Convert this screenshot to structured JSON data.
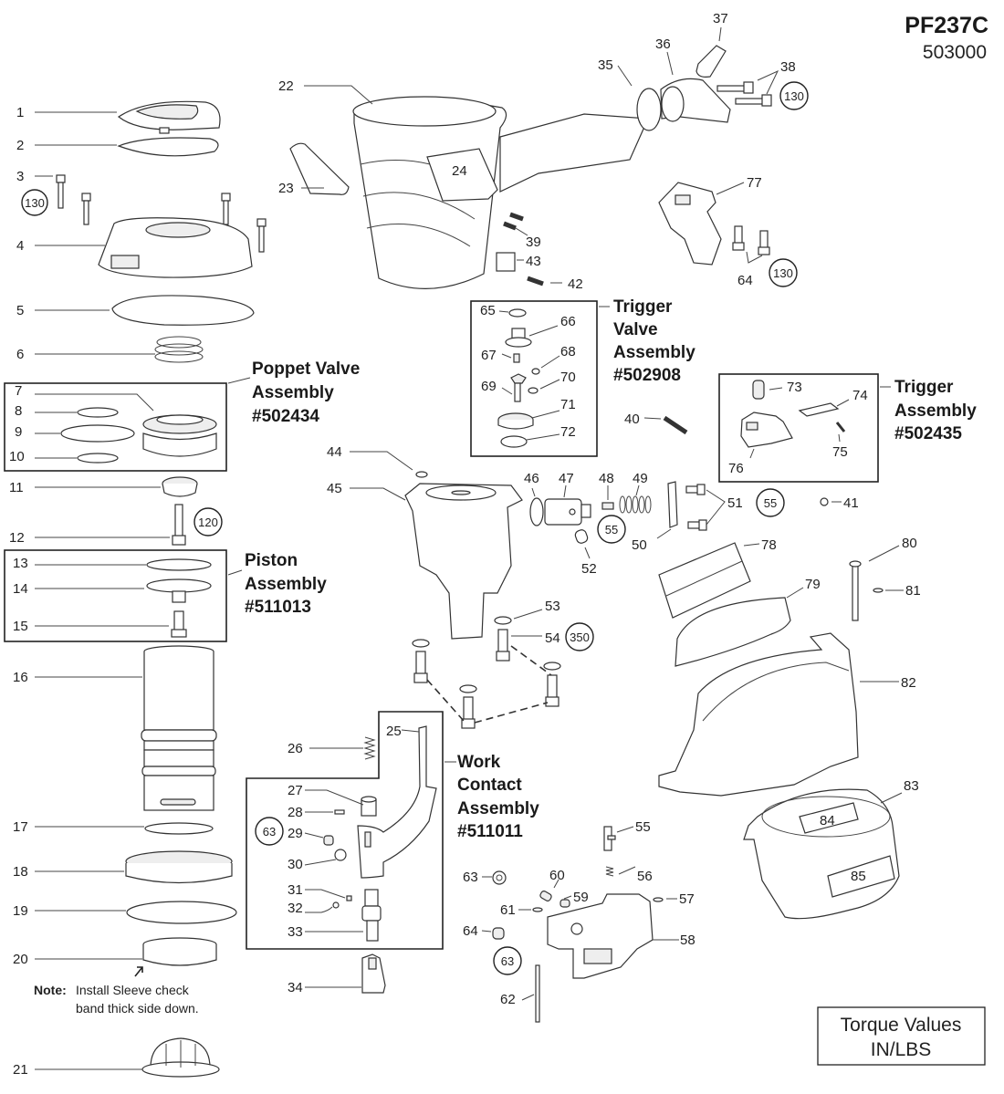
{
  "header": {
    "model": "PF237C",
    "part_number": "503000"
  },
  "assemblies": {
    "poppet": {
      "name_line1": "Poppet Valve",
      "name_line2": "Assembly",
      "number": "#502434"
    },
    "piston": {
      "name_line1": "Piston",
      "name_line2": "Assembly",
      "number": "#511013"
    },
    "trigger_valve": {
      "name_line1": "Trigger",
      "name_line2": "Valve",
      "name_line3": "Assembly",
      "number": "#502908"
    },
    "trigger": {
      "name_line1": "Trigger",
      "name_line2": "Assembly",
      "number": "#502435"
    },
    "work_contact": {
      "name_line1": "Work",
      "name_line2": "Contact",
      "name_line3": "Assembly",
      "number": "#511011"
    }
  },
  "note": {
    "label": "Note:",
    "line1": "Install Sleeve check",
    "line2": "band thick side down."
  },
  "legend": {
    "line1": "Torque Values",
    "line2": "IN/LBS"
  },
  "torque_values": {
    "t3": "130",
    "t38": "130",
    "t64": "130",
    "t12": "120",
    "t51": "55",
    "t48": "55",
    "t54": "350",
    "t29": "63",
    "t64b": "63"
  },
  "parts": {
    "p1": "1",
    "p2": "2",
    "p3": "3",
    "p4": "4",
    "p5": "5",
    "p6": "6",
    "p7": "7",
    "p8": "8",
    "p9": "9",
    "p10": "10",
    "p11": "11",
    "p12": "12",
    "p13": "13",
    "p14": "14",
    "p15": "15",
    "p16": "16",
    "p17": "17",
    "p18": "18",
    "p19": "19",
    "p20": "20",
    "p21": "21",
    "p22": "22",
    "p23": "23",
    "p24": "24",
    "p25": "25",
    "p26": "26",
    "p27": "27",
    "p28": "28",
    "p29": "29",
    "p30": "30",
    "p31": "31",
    "p32": "32",
    "p33": "33",
    "p34": "34",
    "p35": "35",
    "p36": "36",
    "p37": "37",
    "p38": "38",
    "p39": "39",
    "p40": "40",
    "p41": "41",
    "p42": "42",
    "p43": "43",
    "p44": "44",
    "p45": "45",
    "p46": "46",
    "p47": "47",
    "p48": "48",
    "p49": "49",
    "p50": "50",
    "p51": "51",
    "p52": "52",
    "p53": "53",
    "p54": "54",
    "p55": "55",
    "p56": "56",
    "p57": "57",
    "p58": "58",
    "p59": "59",
    "p60": "60",
    "p61": "61",
    "p62": "62",
    "p63": "63",
    "p64": "64",
    "p64b": "64",
    "p65": "65",
    "p66": "66",
    "p67": "67",
    "p68": "68",
    "p69": "69",
    "p70": "70",
    "p71": "71",
    "p72": "72",
    "p73": "73",
    "p74": "74",
    "p75": "75",
    "p76": "76",
    "p77": "77",
    "p78": "78",
    "p79": "79",
    "p80": "80",
    "p81": "81",
    "p82": "82",
    "p83": "83",
    "p84": "84",
    "p85": "85"
  }
}
